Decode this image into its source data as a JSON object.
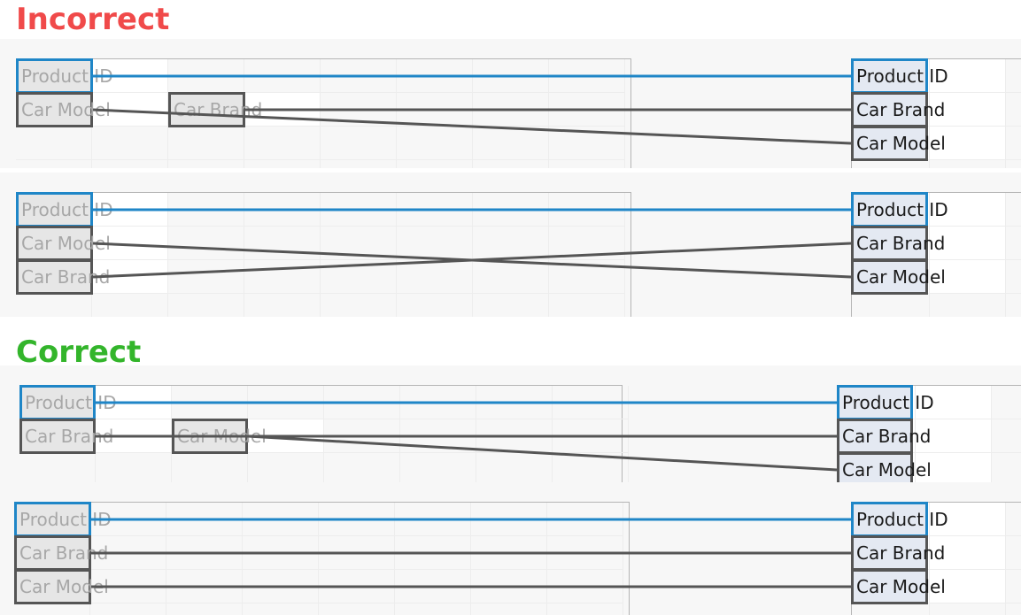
{
  "headings": {
    "incorrect": {
      "text": "Incorrect",
      "color": "#f04a4a"
    },
    "correct": {
      "text": "Correct",
      "color": "#33b52b"
    }
  },
  "link_colors": {
    "key": "#1f86c7",
    "field": "#555555"
  },
  "panels": [
    {
      "id": "incorrect-1",
      "source_fields": [
        {
          "label": "Product ID",
          "row": 0,
          "col": 0
        },
        {
          "label": "Car Model",
          "row": 1,
          "col": 0
        },
        {
          "label": "Car Brand",
          "row": 1,
          "col": 2
        }
      ],
      "target_fields": [
        "Product ID",
        "Car Brand",
        "Car Model"
      ],
      "links": [
        {
          "from": "Product ID",
          "to": "Product ID",
          "kind": "key"
        },
        {
          "from": "Car Model",
          "to": "Car Model",
          "kind": "field"
        },
        {
          "from": "Car Brand",
          "to": "Car Brand",
          "kind": "field"
        }
      ]
    },
    {
      "id": "incorrect-2",
      "source_fields": [
        {
          "label": "Product ID",
          "row": 0,
          "col": 0
        },
        {
          "label": "Car Model",
          "row": 1,
          "col": 0
        },
        {
          "label": "Car Brand",
          "row": 2,
          "col": 0
        }
      ],
      "target_fields": [
        "Product ID",
        "Car Brand",
        "Car Model"
      ],
      "links": [
        {
          "from": "Product ID",
          "to": "Product ID",
          "kind": "key"
        },
        {
          "from": "Car Model",
          "to": "Car Model",
          "kind": "field"
        },
        {
          "from": "Car Brand",
          "to": "Car Brand",
          "kind": "field"
        }
      ]
    },
    {
      "id": "correct-1",
      "source_fields": [
        {
          "label": "Product ID",
          "row": 0,
          "col": 0
        },
        {
          "label": "Car Brand",
          "row": 1,
          "col": 0
        },
        {
          "label": "Car Model",
          "row": 1,
          "col": 2
        }
      ],
      "target_fields": [
        "Product ID",
        "Car Brand",
        "Car Model"
      ],
      "links": [
        {
          "from": "Product ID",
          "to": "Product ID",
          "kind": "key"
        },
        {
          "from": "Car Brand",
          "to": "Car Brand",
          "kind": "field"
        },
        {
          "from": "Car Model",
          "to": "Car Model",
          "kind": "field"
        }
      ]
    },
    {
      "id": "correct-2",
      "source_fields": [
        {
          "label": "Product ID",
          "row": 0,
          "col": 0
        },
        {
          "label": "Car Brand",
          "row": 1,
          "col": 0
        },
        {
          "label": "Car Model",
          "row": 2,
          "col": 0
        }
      ],
      "target_fields": [
        "Product ID",
        "Car Brand",
        "Car Model"
      ],
      "links": [
        {
          "from": "Product ID",
          "to": "Product ID",
          "kind": "key"
        },
        {
          "from": "Car Brand",
          "to": "Car Brand",
          "kind": "field"
        },
        {
          "from": "Car Model",
          "to": "Car Model",
          "kind": "field"
        }
      ]
    }
  ]
}
